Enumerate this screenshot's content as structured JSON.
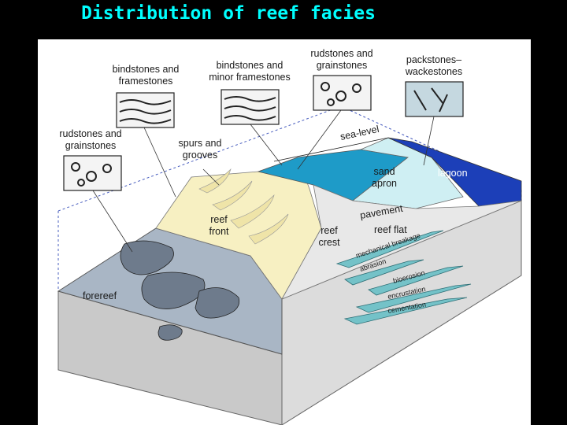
{
  "title": "Distribution of reef facies",
  "labels": {
    "bindstones_framestones": [
      "bindstones and",
      "framestones"
    ],
    "bindstones_minor": [
      "bindstones and",
      "minor framestones"
    ],
    "rudstones_grainstones_top": [
      "rudstones and",
      "grainstones"
    ],
    "packstones": [
      "packstones–",
      "wackestones"
    ],
    "rudstones_grainstones_left": [
      "rudstones and",
      "grainstones"
    ],
    "spurs_grooves": [
      "spurs and",
      "grooves"
    ],
    "sea_level": "sea-level",
    "sand_apron": [
      "sand",
      "apron"
    ],
    "lagoon": "lagoon",
    "pavement": "pavement",
    "reef_flat": "reef flat",
    "reef_front": [
      "reef",
      "front"
    ],
    "reef_crest": [
      "reef",
      "crest"
    ],
    "forereef": "forereef"
  },
  "processes": [
    "mechanical breakage",
    "abrasion",
    "bioerosion",
    "encrustation",
    "cementation"
  ],
  "colors": {
    "title": "#00FFFF",
    "forereef": "#A9B6C5",
    "reef_front": "#F7F0C2",
    "reef_crest_water": "#1E9BC8",
    "sand_apron": "#CFEFF3",
    "lagoon": "#1C3FB8",
    "block_side": "#DCDCDC",
    "block_front": "#C8C8C8",
    "process_bars": "#74C2C8"
  }
}
